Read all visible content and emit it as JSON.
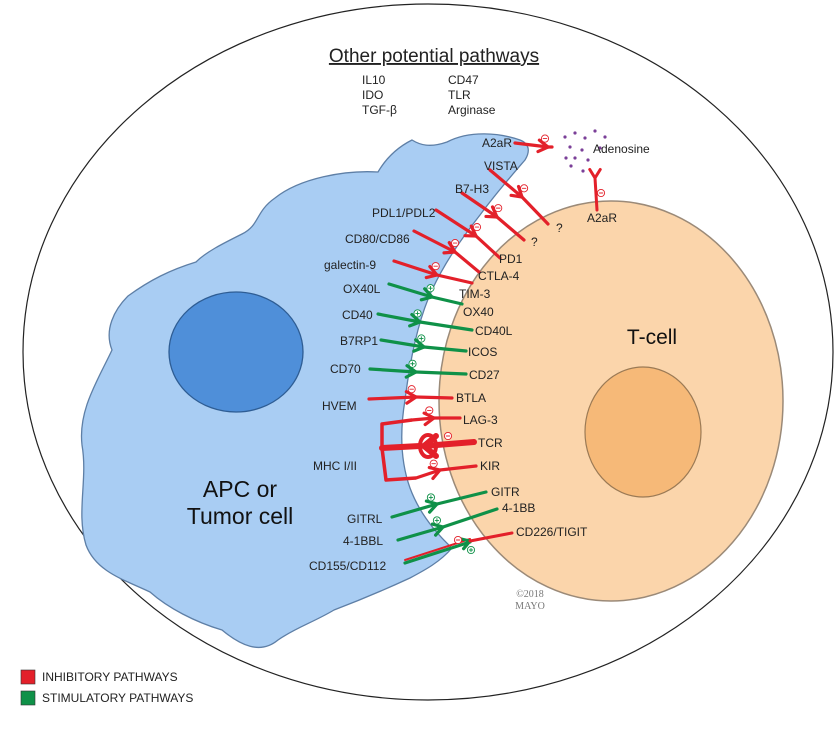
{
  "header": {
    "title": "Other potential pathways",
    "col1": [
      "IL10",
      "IDO",
      "TGF-β"
    ],
    "col2": [
      "CD47",
      "TLR",
      "Arginase"
    ]
  },
  "cells": {
    "apc_line1": "APC or",
    "apc_line2": "Tumor cell",
    "tcell": "T-cell"
  },
  "labels": {
    "a2ar_top": "A2aR",
    "adenosine": "Adenosine",
    "a2ar_tcell": "A2aR",
    "vista": "VISTA",
    "b7h3": "B7-H3",
    "pdl": "PDL1/PDL2",
    "cd80": "CD80/CD86",
    "galectin": "galectin-9",
    "ox40l": "OX40L",
    "cd40": "CD40",
    "b7rp1": "B7RP1",
    "cd70": "CD70",
    "hvem": "HVEM",
    "mhc": "MHC I/II",
    "gitrl": "GITRL",
    "bbl": "4-1BBL",
    "cd155": "CD155/CD112",
    "q1": "?",
    "q2": "?",
    "pd1": "PD1",
    "ctla4": "CTLA-4",
    "tim3": "TIM-3",
    "ox40": "OX40",
    "cd40l": "CD40L",
    "icos": "ICOS",
    "cd27": "CD27",
    "btla": "BTLA",
    "lag3": "LAG-3",
    "tcr": "TCR",
    "kir": "KIR",
    "gitr": "GITR",
    "bb": "4-1BB",
    "cd226": "CD226/TIGIT"
  },
  "copyright": {
    "line1": "©2018",
    "line2": "MAYO"
  },
  "legend": {
    "inhibitory": {
      "label": "INHIBITORY PATHWAYS",
      "color": "#e3202a"
    },
    "stimulatory": {
      "label": "STIMULATORY PATHWAYS",
      "color": "#0f9148"
    }
  },
  "colors": {
    "inhibitory": "#e3202a",
    "stimulatory": "#0f9148",
    "apc_fill": "#a9cdf3",
    "nucleus_apc": "#4f8fd9",
    "tcell_fill": "#fbd5ab",
    "nucleus_t": "#f6b978",
    "adenosine_dots": "#7b3f98"
  }
}
